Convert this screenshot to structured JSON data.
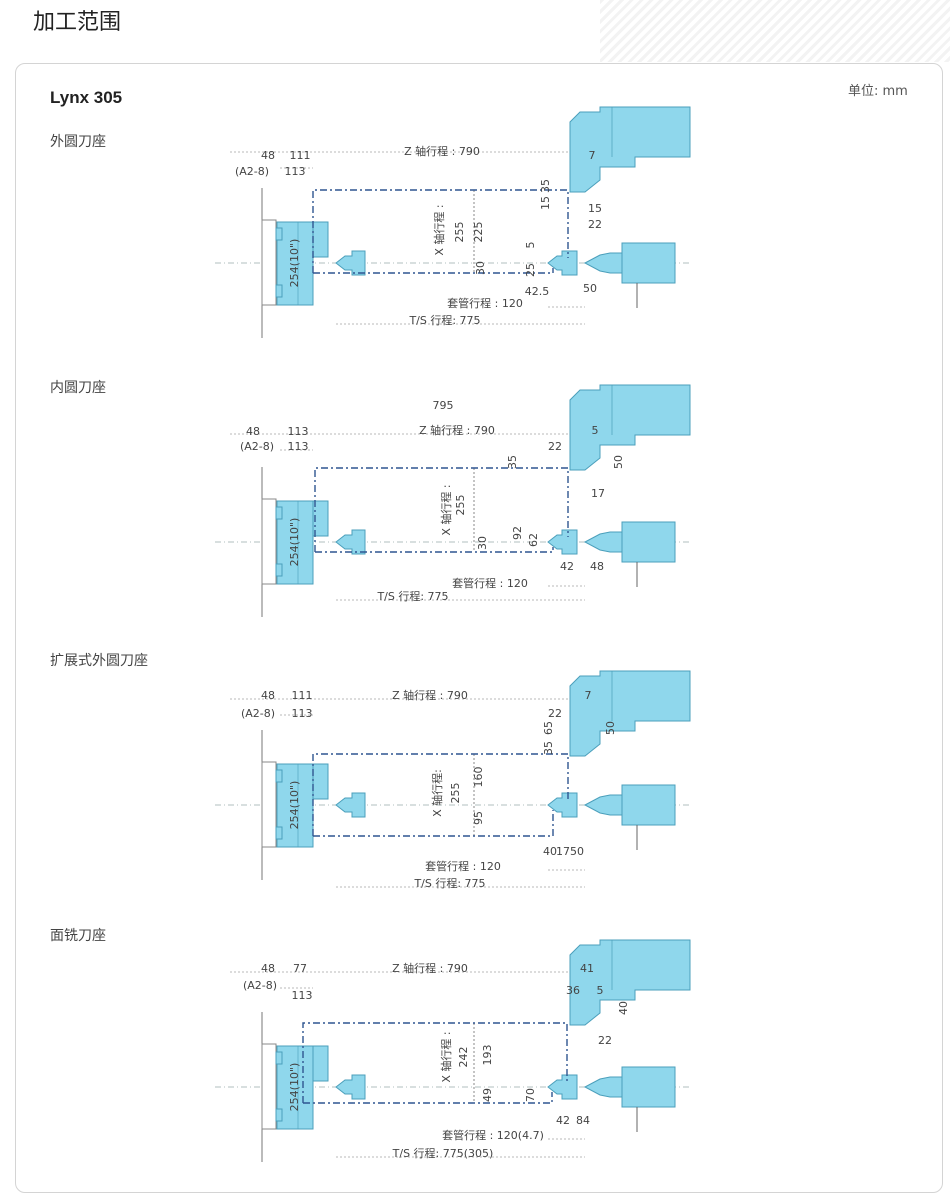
{
  "page_title": "加工范围",
  "model": "Lynx 305",
  "unit": "单位: mm",
  "colors": {
    "machine_fill": "#8fd7ec",
    "machine_stroke": "#4b9fbb",
    "travel_path": "#2f5590",
    "dim_line": "#b9b9b9"
  },
  "sections": [
    {
      "title": "外圆刀座",
      "labels": [
        "48",
        "111",
        "Z 轴行程 : 790",
        "7",
        "(A2-8)",
        "113",
        "35",
        "15",
        "15",
        "22",
        "X 轴行程 :",
        "255",
        "225",
        "5",
        "30",
        "25",
        "42.5",
        "50",
        "套管行程 : 120",
        "T/S 行程: 775",
        "254(10\")"
      ]
    },
    {
      "title": "内圆刀座",
      "labels": [
        "795",
        "48",
        "113",
        "Z 轴行程 : 790",
        "5",
        "(A2-8)",
        "113",
        "22",
        "35",
        "50",
        "17",
        "X 轴行程 :",
        "255",
        "92",
        "62",
        "30",
        "42",
        "48",
        "套管行程 : 120",
        "T/S 行程: 775",
        "254(10\")"
      ]
    },
    {
      "title": "扩展式外圆刀座",
      "labels": [
        "48",
        "111",
        "Z 轴行程 : 790",
        "7",
        "(A2-8)",
        "113",
        "22",
        "65",
        "50",
        "35",
        "X 轴行程:",
        "255",
        "160",
        "95",
        "40",
        "17",
        "50",
        "套管行程 : 120",
        "T/S 行程: 775",
        "254(10\")"
      ]
    },
    {
      "title": "面铣刀座",
      "labels": [
        "48",
        "77",
        "Z 轴行程 : 790",
        "41",
        "(A2-8)",
        "113",
        "36",
        "5",
        "40",
        "22",
        "X 轴行程 :",
        "242",
        "193",
        "49",
        "70",
        "42",
        "84",
        "套管行程 : 120(4.7)",
        "T/S 行程: 775(305)",
        "254(10\")"
      ]
    }
  ]
}
